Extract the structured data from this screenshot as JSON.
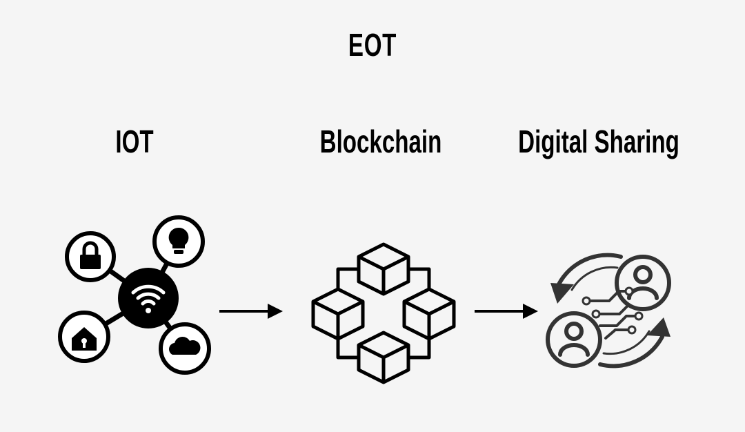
{
  "diagram": {
    "title": "EOT",
    "stages": [
      {
        "label": "IOT",
        "icon": "iot-network-icon"
      },
      {
        "label": "Blockchain",
        "icon": "blockchain-cubes-icon"
      },
      {
        "label": "Digital Sharing",
        "icon": "digital-sharing-icon"
      }
    ],
    "connectors": [
      "arrow-right",
      "arrow-right"
    ],
    "colors": {
      "background": "#f5f5f5",
      "ink": "#000000",
      "icon_gray": "#333333"
    }
  }
}
